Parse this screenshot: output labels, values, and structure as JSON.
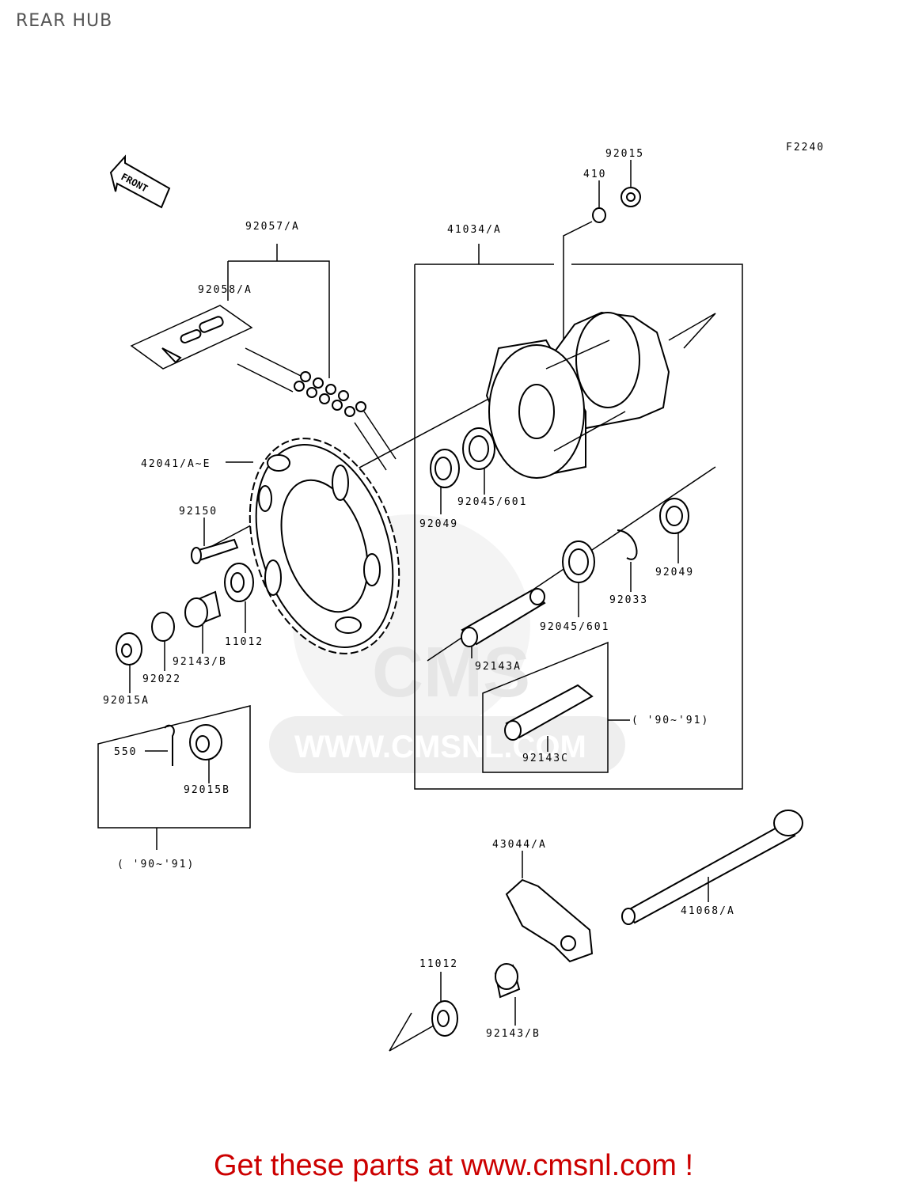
{
  "title": "REAR HUB",
  "figure_code": "F2240",
  "front_arrow": "FRONT",
  "watermark": "WWW.CMSNL.COM",
  "watermark_logo": "CMS",
  "cta": "Get these parts at www.cmsnl.com !",
  "labels": {
    "p92015": "92015",
    "p410": "410",
    "p92057A": "92057/A",
    "p41034A": "41034/A",
    "p92058A": "92058/A",
    "p42041": "42041/A~E",
    "p92150": "92150",
    "p92049a": "92049",
    "p92045a": "92045/601",
    "p92049b": "92049",
    "p92033": "92033",
    "p92045b": "92045/601",
    "p11012a": "11012",
    "p92143B_a": "92143/B",
    "p92022": "92022",
    "p92015A": "92015A",
    "p92143A": "92143A",
    "p90_91a": "( '90~'91)",
    "p550": "550",
    "p92015B": "92015B",
    "p92143C": "92143C",
    "p90_91b": "( '90~'91)",
    "p43044A": "43044/A",
    "p41068A": "41068/A",
    "p11012b": "11012",
    "p92143B_b": "92143/B"
  },
  "colors": {
    "cta": "#cc0000",
    "title": "#555555",
    "watermark": "#ececec"
  }
}
